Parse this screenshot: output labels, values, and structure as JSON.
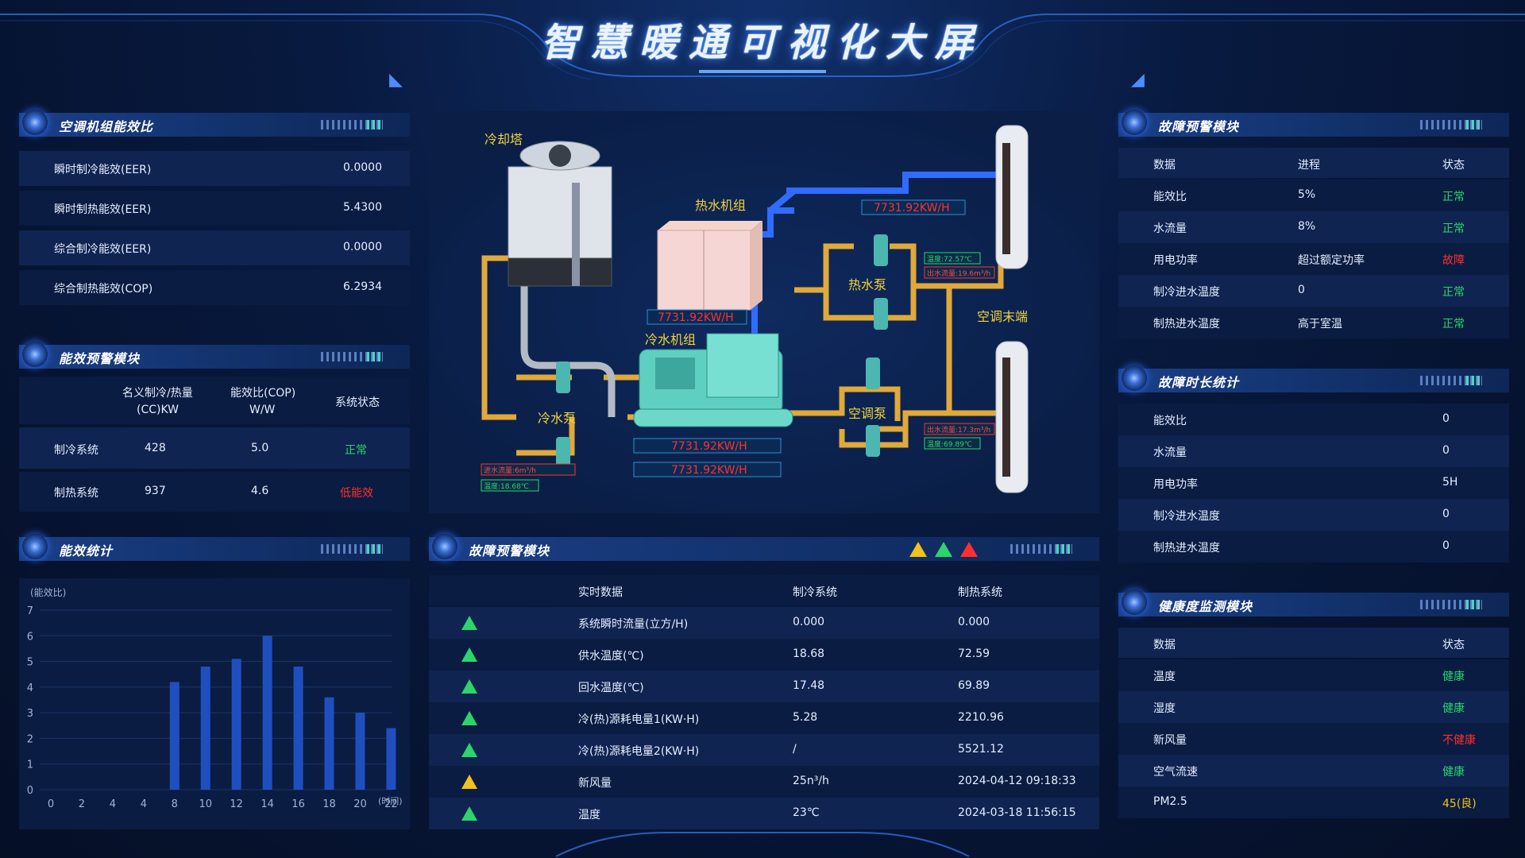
{
  "title": "智慧暖通可视化大屏",
  "eer": {
    "title": "空调机组能效比",
    "rows": [
      {
        "label": "瞬时制冷能效(EER)",
        "value": "0.0000"
      },
      {
        "label": "瞬时制热能效(EER)",
        "value": "5.4300"
      },
      {
        "label": "综合制冷能效(EER)",
        "value": "0.0000"
      },
      {
        "label": "综合制热能效(COP)",
        "value": "6.2934"
      }
    ]
  },
  "efficiency_warning": {
    "title": "能效预警模块",
    "headers": [
      "名义制冷/热量",
      "(CC)KW",
      "能效比(COP)",
      "W/W",
      "系统状态"
    ],
    "rows": [
      {
        "name": "制冷系统",
        "capacity": "428",
        "cop": "5.0",
        "status": "正常",
        "status_color": "#2cd56b"
      },
      {
        "name": "制热系统",
        "capacity": "937",
        "cop": "4.6",
        "status": "低能效",
        "status_color": "#ff2f2f"
      }
    ]
  },
  "efficiency_stats": {
    "title": "能效统计",
    "chart_data": {
      "type": "bar",
      "ylabel": "(能效比)",
      "xlabel": "(时间)",
      "categories": [
        "0",
        "2",
        "4",
        "4",
        "8",
        "10",
        "12",
        "14",
        "16",
        "18",
        "20",
        "22"
      ],
      "values": [
        0,
        0,
        0,
        0,
        4.2,
        4.8,
        5.1,
        6.0,
        4.8,
        3.6,
        3.0,
        2.4
      ],
      "y_ticks": [
        "0",
        "1",
        "2",
        "3",
        "4",
        "5",
        "6",
        "7"
      ],
      "ylim": [
        0,
        7
      ],
      "bar_color": "#1f4fbf",
      "grid": true
    }
  },
  "diagram": {
    "cooling_tower": "冷却塔",
    "hot_water_unit": "热水机组",
    "chiller": "冷水机组",
    "cold_pump": "冷水泵",
    "hot_pump": "热水泵",
    "ac_pump": "空调泵",
    "ac_terminal": "空调末端",
    "readout_1": "7731.92KW/H",
    "readout_2": "7731.92KW/H",
    "readout_3": "7731.92KW/H",
    "readout_4": "7731.92KW/H",
    "tag_in_flow": "进水流量:6m³/h",
    "tag_temp_1": "温度:18.68℃",
    "tag_temp_2": "温度:72.57℃",
    "tag_out_flow_1": "出水流量:19.6m³/h",
    "tag_out_flow_2": "出水流量:17.3m³/h",
    "tag_temp_3": "温度:69.89℃"
  },
  "fault_center": {
    "title": "故障预警模块",
    "headers": [
      "实时数据",
      "制冷系统",
      "制热系统"
    ],
    "rows": [
      {
        "name": "系统瞬时流量(立方/H)",
        "cool": "0.000",
        "heat": "0.000",
        "icon": "green"
      },
      {
        "name": "供水温度(℃)",
        "cool": "18.68",
        "heat": "72.59",
        "icon": "green"
      },
      {
        "name": "回水温度(℃)",
        "cool": "17.48",
        "heat": "69.89",
        "icon": "green"
      },
      {
        "name": "冷(热)源耗电量1(KW·H)",
        "cool": "5.28",
        "heat": "2210.96",
        "icon": "green"
      },
      {
        "name": "冷(热)源耗电量2(KW·H)",
        "cool": "/",
        "heat": "5521.12",
        "icon": "green"
      },
      {
        "name": "新风量",
        "cool": "25n³/h",
        "heat": "2024-04-12 09:18:33",
        "icon": "yellow"
      },
      {
        "name": "温度",
        "cool": "23℃",
        "heat": "2024-03-18 11:56:15",
        "icon": "green"
      }
    ]
  },
  "fault_right": {
    "title": "故障预警模块",
    "headers": [
      "数据",
      "进程",
      "状态"
    ],
    "rows": [
      {
        "name": "能效比",
        "progress": "5%",
        "status": "正常",
        "status_color": "#2cd56b"
      },
      {
        "name": "水流量",
        "progress": "8%",
        "status": "正常",
        "status_color": "#2cd56b"
      },
      {
        "name": "用电功率",
        "progress": "超过额定功率",
        "status": "故障",
        "status_color": "#ff2f2f"
      },
      {
        "name": "制冷进水温度",
        "progress": "0",
        "status": "正常",
        "status_color": "#2cd56b"
      },
      {
        "name": "制热进水温度",
        "progress": "高于室温",
        "status": "正常",
        "status_color": "#2cd56b"
      }
    ]
  },
  "fault_duration": {
    "title": "故障时长统计",
    "rows": [
      {
        "name": "能效比",
        "value": "0"
      },
      {
        "name": "水流量",
        "value": "0"
      },
      {
        "name": "用电功率",
        "value": "5H"
      },
      {
        "name": "制冷进水温度",
        "value": "0"
      },
      {
        "name": "制热进水温度",
        "value": "0"
      }
    ]
  },
  "health": {
    "title": "健康度监测模块",
    "headers": [
      "数据",
      "状态"
    ],
    "rows": [
      {
        "name": "温度",
        "status": "健康",
        "status_color": "#2cd56b"
      },
      {
        "name": "湿度",
        "status": "健康",
        "status_color": "#2cd56b"
      },
      {
        "name": "新风量",
        "status": "不健康",
        "status_color": "#ff2f2f"
      },
      {
        "name": "空气流速",
        "status": "健康",
        "status_color": "#2cd56b"
      },
      {
        "name": "PM2.5",
        "status": "45(良)",
        "status_color": "#f0c21a"
      }
    ]
  },
  "colors": {
    "ok": "#2cd56b",
    "bad": "#ff2f2f",
    "warn": "#f0c21a",
    "accent": "#3f86ff"
  }
}
